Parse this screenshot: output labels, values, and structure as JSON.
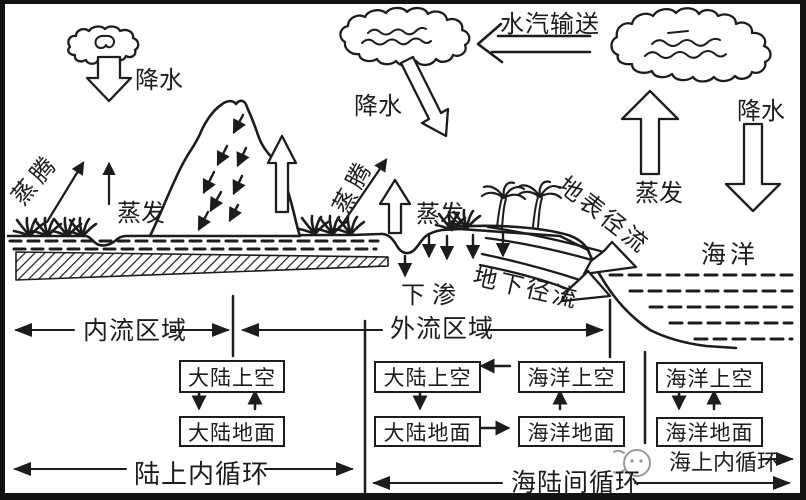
{
  "labels": {
    "vapor_transport": "水汽输送",
    "precipitation_left": "降水",
    "precipitation_middle": "降水",
    "precipitation_right": "降水",
    "evaporation_left": "蒸发",
    "evaporation_middle": "蒸发",
    "evaporation_right": "蒸发",
    "transpiration_left": "蒸腾",
    "transpiration_middle": "蒸腾",
    "surface_runoff": "地表径流",
    "underground_runoff": "地下径流",
    "infiltration": "下渗",
    "ocean": "海洋"
  },
  "regions": {
    "inland": "内流区域",
    "exorheic": "外流区域"
  },
  "flow_boxes": {
    "land_sky_left": "大陆上空",
    "land_ground_left": "大陆地面",
    "land_sky_mid": "大陆上空",
    "land_ground_mid": "大陆地面",
    "ocean_sky_mid": "海洋上空",
    "ocean_ground_mid": "海洋地面",
    "ocean_sky_right": "海洋上空",
    "ocean_ground_right": "海洋地面"
  },
  "cycles": {
    "land_internal": "陆上内循环",
    "sea_land": "海陆间循环",
    "sea_internal": "海上内循环"
  },
  "colors": {
    "ink": "#1c1c1c",
    "paper": "#ffffff",
    "watermark": "#9a9a9a"
  }
}
